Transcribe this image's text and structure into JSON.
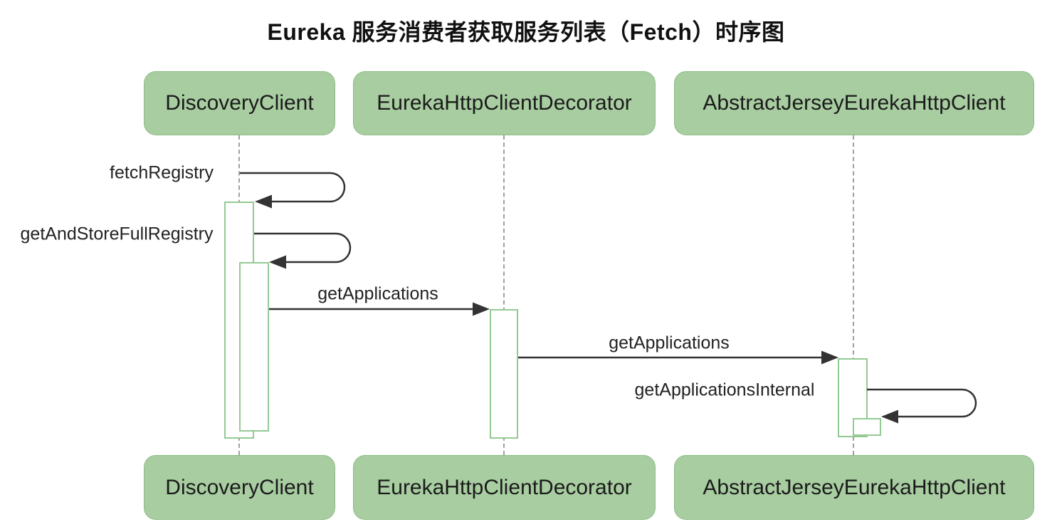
{
  "title": "Eureka 服务消费者获取服务列表（Fetch）时序图",
  "participants": [
    {
      "id": "discovery-client",
      "name": "DiscoveryClient"
    },
    {
      "id": "eureka-http-client-decorator",
      "name": "EurekaHttpClientDecorator"
    },
    {
      "id": "abstract-jersey-eureka-http-client",
      "name": "AbstractJerseyEurekaHttpClient"
    }
  ],
  "messages": [
    {
      "label": "fetchRegistry",
      "from": "DiscoveryClient",
      "to": "DiscoveryClient",
      "type": "self"
    },
    {
      "label": "getAndStoreFullRegistry",
      "from": "DiscoveryClient",
      "to": "DiscoveryClient",
      "type": "self"
    },
    {
      "label": "getApplications",
      "from": "DiscoveryClient",
      "to": "EurekaHttpClientDecorator",
      "type": "call"
    },
    {
      "label": "getApplications",
      "from": "EurekaHttpClientDecorator",
      "to": "AbstractJerseyEurekaHttpClient",
      "type": "call"
    },
    {
      "label": "getApplicationsInternal",
      "from": "AbstractJerseyEurekaHttpClient",
      "to": "AbstractJerseyEurekaHttpClient",
      "type": "self"
    }
  ],
  "colors": {
    "participant_fill": "#a8cda1",
    "participant_border": "#8bbc84",
    "activation_border": "#93ca93",
    "activation_fill": "#ffffff",
    "lifeline": "#a0a0a0",
    "message_line": "#333333",
    "text": "#1b1b1b",
    "background": "#ffffff"
  }
}
